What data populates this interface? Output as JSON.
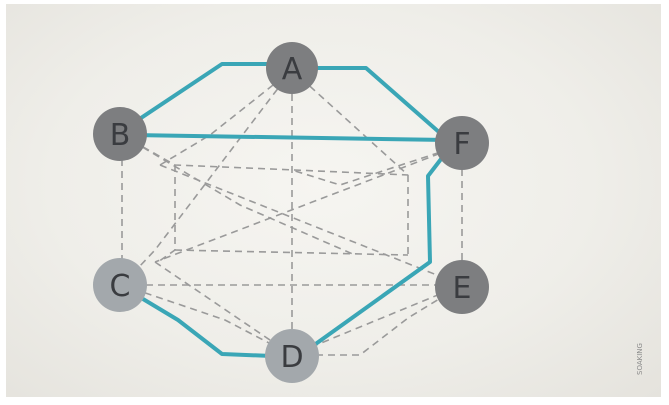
{
  "diagram": {
    "nodes": [
      {
        "id": "A",
        "label": "A",
        "tone": "dark"
      },
      {
        "id": "B",
        "label": "B",
        "tone": "dark"
      },
      {
        "id": "F",
        "label": "F",
        "tone": "dark"
      },
      {
        "id": "C",
        "label": "C",
        "tone": "light"
      },
      {
        "id": "E",
        "label": "E",
        "tone": "dark"
      },
      {
        "id": "D",
        "label": "D",
        "tone": "light"
      }
    ],
    "route_edges": [
      [
        "A",
        "F"
      ],
      [
        "B",
        "A"
      ],
      [
        "B",
        "F"
      ],
      [
        "F",
        "D"
      ],
      [
        "C",
        "D"
      ]
    ],
    "colors": {
      "route": "#3aa6b6",
      "dashed": "#9a9a9a",
      "node_dark": "#7d7e80",
      "node_light": "#a3a8ac",
      "label": "#3a3c40"
    },
    "side_caption": "SOAKING"
  }
}
